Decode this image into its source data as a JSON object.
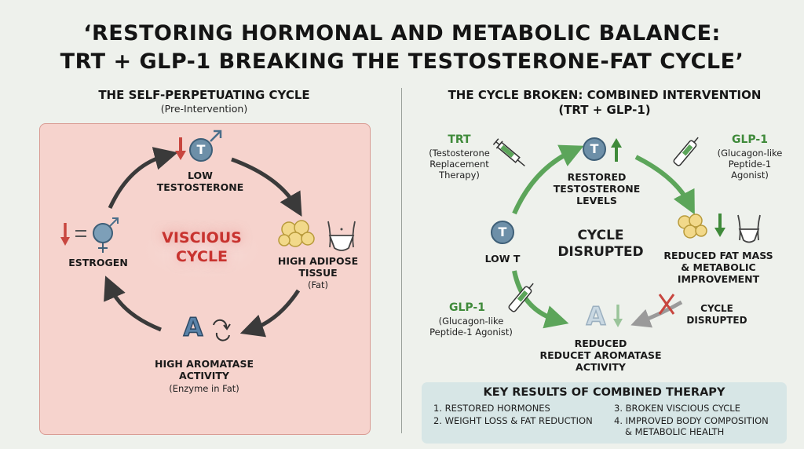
{
  "title": {
    "line1": "‘RESTORING HORMONAL AND METABOLIC BALANCE:",
    "line2": "TRT + GLP-1 BREAKING THE TESTOSTERONE-FAT CYCLE’"
  },
  "left": {
    "heading": "THE SELF-PERPETUATING CYCLE",
    "subheading": "(Pre-Intervention)",
    "center": {
      "line1": "VISCIOUS",
      "line2": "CYCLE"
    },
    "low_testosterone": {
      "line1": "LOW",
      "line2": "TESTOSTERONE"
    },
    "adipose": {
      "line1": "HIGH ADIPOSE",
      "line2": "TISSUE",
      "note": "(Fat)"
    },
    "aromatase": {
      "line1": "HIGH AROMATASE",
      "line2": "ACTIVITY",
      "note": "(Enzyme in Fat)"
    },
    "estrogen": "ESTROGEN",
    "icon_letters": {
      "testosterone": "T",
      "aromatase": "A"
    }
  },
  "right": {
    "heading_line1": "THE CYCLE BROKEN: COMBINED INTERVENTION",
    "heading_line2": "(TRT + GLP-1)",
    "trt": {
      "title": "TRT",
      "line1": "(Testosterone",
      "line2": "Replacement",
      "line3": "Therapy)"
    },
    "glp1_top": {
      "title": "GLP-1",
      "line1": "(Glucagon-like",
      "line2": "Peptide-1",
      "line3": "Agonist)"
    },
    "glp1_bottom": {
      "title": "GLP-1",
      "line1": "(Glucagon-like",
      "line2": "Peptide-1 Agonist)"
    },
    "restored": {
      "line1": "RESTORED",
      "line2": "TESTOSTERONE",
      "line3": "LEVELS"
    },
    "low_t": "LOW T",
    "center": {
      "line1": "CYCLE",
      "line2": "DISRUPTED"
    },
    "reduced_fat": {
      "line1": "REDUCED FAT MASS",
      "line2": "& METABOLIC",
      "line3": "IMPROVEMENT"
    },
    "cycle_disrupted_small": {
      "line1": "CYCLE",
      "line2": "DISRUPTED"
    },
    "reduced_aromatase": {
      "line1": "REDUCED",
      "line2": "REDUCET AROMATASE",
      "line3": "ACTIVITY"
    },
    "icon_letters": {
      "testosterone": "T",
      "aromatase": "A"
    }
  },
  "key_results": {
    "title": "KEY RESULTS OF COMBINED THERAPY",
    "items": [
      "1. RESTORED HORMONES",
      "2. WEIGHT LOSS & FAT REDUCTION",
      "3. BROKEN VISCIOUS CYCLE",
      "4. IMPROVED BODY COMPOSITION",
      "& METABOLIC HEALTH"
    ]
  },
  "colors": {
    "background": "#eef1ec",
    "panel_red": "#f6d3cd",
    "arrow_dark": "#3a3a3a",
    "arrow_green": "#5ca55a",
    "vicious_red": "#c8332f",
    "down_red": "#c8463f",
    "t_icon": "#6d8fa8",
    "key_box": "#d7e6e6"
  }
}
